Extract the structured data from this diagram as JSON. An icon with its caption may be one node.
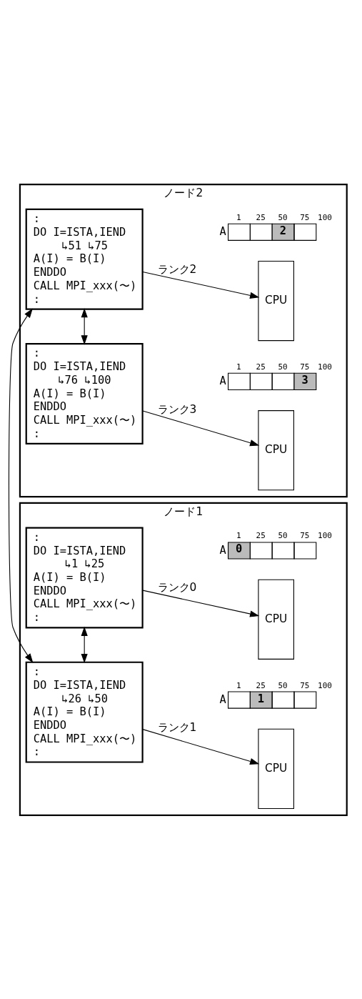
{
  "diagram": {
    "nodes": [
      {
        "text": [
          "ノード1"
        ]
      },
      {
        "text": [
          "CPU"
        ],
        "in": 0
      },
      {
        "text": [
          ":",
          "DO I=ISTA,IEND",
          "↳1",
          "↳25",
          "A(I) = B(I)",
          "ENDDO",
          "CALL MPI_xxx(〜)",
          ":"
        ],
        "in": 0
      },
      {
        "text": [
          "0"
        ],
        "in": 0,
        "beside": [
          "A",
          "1",
          "25",
          "50",
          "75",
          "100"
        ]
      },
      {
        "text": [
          "CPU"
        ],
        "in": 0
      },
      {
        "text": [
          ":",
          "DO I=ISTA,IEND",
          "↳26",
          "↳50",
          "A(I) = B(I)",
          "ENDDO",
          "CALL MPI_xxx(〜)",
          ":"
        ],
        "in": 0
      },
      {
        "text": [
          "1"
        ],
        "in": 0,
        "beside": [
          "A",
          "1",
          "25",
          "50",
          "75",
          "100"
        ]
      },
      {
        "text": [
          "ノード2"
        ]
      },
      {
        "text": [
          "CPU"
        ],
        "in": 7
      },
      {
        "text": [
          ":",
          "DO I=ISTA,IEND",
          "↳51",
          "↳75",
          "A(I) = B(I)",
          "ENDDO",
          "CALL MPI_xxx(〜)",
          ":"
        ],
        "in": 7
      },
      {
        "text": [
          "2"
        ],
        "in": 7,
        "beside": [
          "A",
          "1",
          "25",
          "50",
          "75",
          "100"
        ]
      },
      {
        "text": [
          "CPU"
        ],
        "in": 7
      },
      {
        "text": [
          ":",
          "DO I=ISTA,IEND",
          "↳76",
          "↳100",
          "A(I) = B(I)",
          "ENDDO",
          "CALL MPI_xxx(〜)",
          ":"
        ],
        "in": 7
      },
      {
        "text": [
          "3"
        ],
        "in": 7,
        "beside": [
          "A",
          "1",
          "25",
          "50",
          "75",
          "100"
        ]
      }
    ],
    "edges": [
      {
        "from": 2,
        "to": 1,
        "arrow": "to",
        "label": "ランク0"
      },
      {
        "from": 5,
        "to": 4,
        "arrow": "to",
        "label": "ランク1"
      },
      {
        "from": 9,
        "to": 8,
        "arrow": "to",
        "label": "ランク2"
      },
      {
        "from": 12,
        "to": 11,
        "arrow": "to",
        "label": "ランク3"
      },
      {
        "from": 2,
        "to": 5,
        "arrow": "both"
      },
      {
        "from": 5,
        "to": 9,
        "arrow": "both"
      },
      {
        "from": 9,
        "to": 12,
        "arrow": "both"
      }
    ]
  }
}
